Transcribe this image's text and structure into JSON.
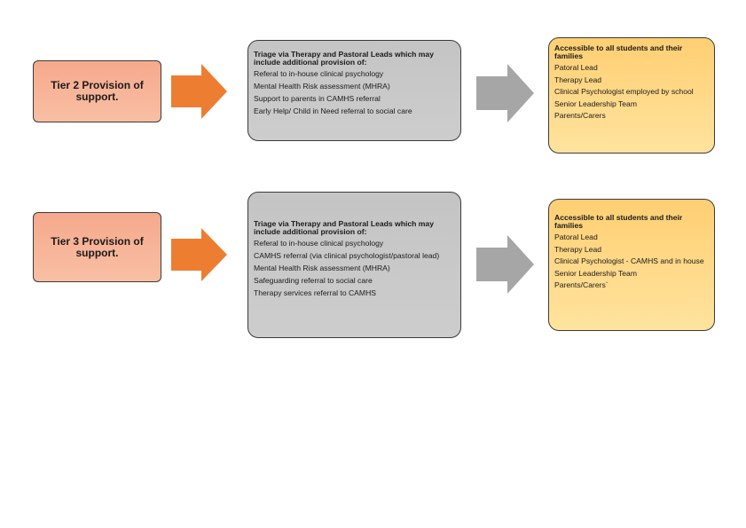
{
  "rows": [
    {
      "tier_label": "Tier 2 Provision of support.",
      "triage": {
        "heading": "Triage via Therapy and Pastoral Leads which may include additional provision of:",
        "items": [
          "Referal to in-house clinical psychology",
          "Mental Health Risk assessment (MHRA)",
          "Support to parents in CAMHS referral",
          "Early Help/ Child in Need referral to social care"
        ]
      },
      "access": {
        "heading": "Accessible to all students and their families",
        "items": [
          "Patoral Lead",
          "Therapy Lead",
          "Clinical Psychologist employed by school",
          "Senior Leadership Team",
          "Parents/Carers"
        ]
      }
    },
    {
      "tier_label": "Tier 3 Provision of support.",
      "triage": {
        "heading": "Triage via Therapy and Pastoral Leads which may include additional provision of:",
        "items": [
          "Referal to in-house clinical psychology",
          "CAMHS referral (via clinical psychologist/pastoral lead)",
          "Mental Health Risk assessment (MHRA)",
          "Safeguarding referral to social care",
          "Therapy services referral to CAMHS"
        ]
      },
      "access": {
        "heading": "Accessible to all students and their families",
        "items": [
          "Patoral Lead",
          "Therapy Lead",
          "Clinical Psychologist - CAMHS and in house",
          "Senior Leadership Team",
          "Parents/Carers`"
        ]
      }
    }
  ],
  "colors": {
    "tier_fill": "#f8b49a",
    "triage_fill": "#c8c8c8",
    "access_fill": "#ffd98a",
    "orange_arrow": "#ed7d31",
    "grey_arrow": "#a6a6a6"
  }
}
